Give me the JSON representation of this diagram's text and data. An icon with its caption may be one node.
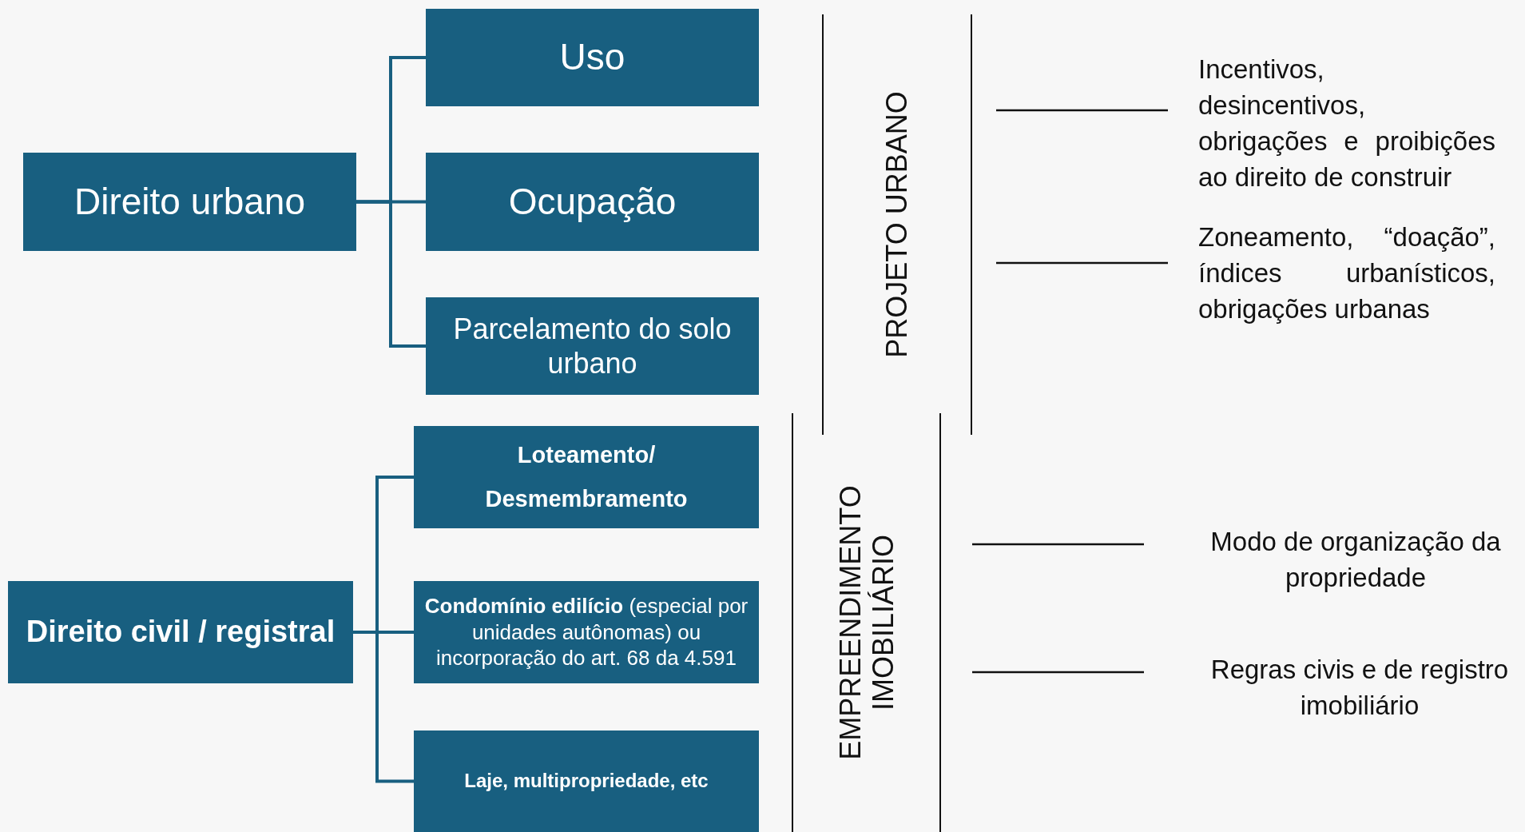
{
  "diagram": {
    "nodes": [
      {
        "text": [
          "Direito urbano"
        ]
      },
      {
        "text": [
          "Uso"
        ]
      },
      {
        "text": [
          "Ocupação"
        ]
      },
      {
        "text": [
          "Parcelamento do solo urbano"
        ]
      },
      {
        "text": [
          "Direito civil / registral"
        ]
      },
      {
        "text": [
          "Loteamento/ Desmembramento"
        ]
      },
      {
        "text": [
          "**Condomínio edilício** (especial por unidades autônomas) ou incorporação do art. 68 da 4.591"
        ]
      },
      {
        "text": [
          "Laje, multipropriedade, etc"
        ]
      },
      {
        "text": [
          "PROJETO URBANO"
        ]
      },
      {
        "text": [
          "EMPREENDIMENTO IMOBILIÁRIO"
        ]
      },
      {
        "text": [
          "Incentivos, desincentivos, obrigações e proibições ao direito de construir"
        ]
      },
      {
        "text": [
          "Zoneamento, “doação”, índices urbanísticos, obrigações urbanas"
        ]
      },
      {
        "text": [
          "Modo de organização da propriedade"
        ]
      },
      {
        "text": [
          "Regras civis e de registro imobiliário"
        ]
      }
    ],
    "edges": [
      {
        "from": 0,
        "to": 1,
        "arrow": "none"
      },
      {
        "from": 0,
        "to": 2,
        "arrow": "none"
      },
      {
        "from": 0,
        "to": 3,
        "arrow": "none"
      },
      {
        "from": 4,
        "to": 5,
        "arrow": "none"
      },
      {
        "from": 4,
        "to": 6,
        "arrow": "none"
      },
      {
        "from": 4,
        "to": 7,
        "arrow": "none"
      },
      {
        "from": 8,
        "to": 10,
        "arrow": "none",
        "color": "#111111"
      },
      {
        "from": 8,
        "to": 11,
        "arrow": "none",
        "color": "#111111"
      },
      {
        "from": 9,
        "to": 12,
        "arrow": "none",
        "color": "#111111"
      },
      {
        "from": 9,
        "to": 13,
        "arrow": "none",
        "color": "#111111"
      }
    ]
  }
}
